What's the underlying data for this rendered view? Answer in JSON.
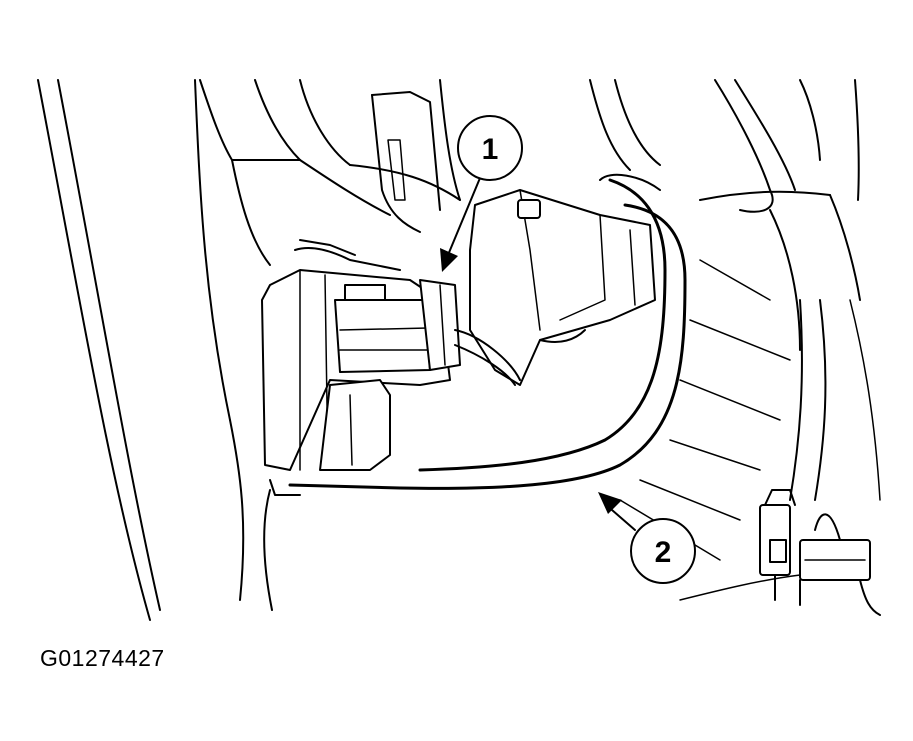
{
  "callouts": [
    {
      "label": "1"
    },
    {
      "label": "2"
    }
  ],
  "figure_id": "G01274427"
}
